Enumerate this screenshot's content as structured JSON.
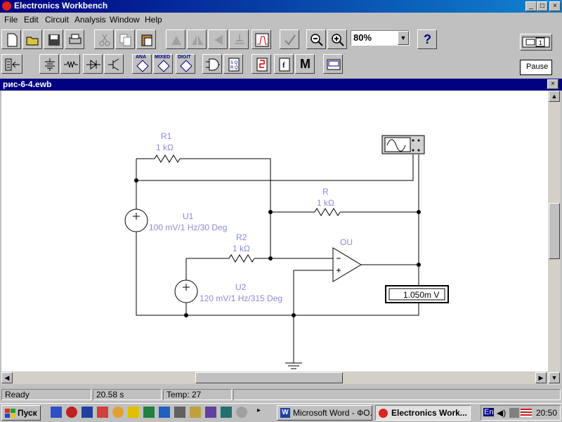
{
  "app": {
    "title": "Electronics Workbench",
    "window_controls": [
      "_",
      "□",
      "×"
    ]
  },
  "menu": [
    "File",
    "Edit",
    "Circuit",
    "Analysis",
    "Window",
    "Help"
  ],
  "toolbar": {
    "zoom_value": "80%",
    "help_label": "?",
    "pause_label": "Pause",
    "group_labels": [
      "ANA",
      "MIXED",
      "DIGIT"
    ],
    "m_label": "M"
  },
  "document": {
    "title": "рис-6-4.ewb"
  },
  "circuit": {
    "r1": {
      "name": "R1",
      "value": "1 kΩ"
    },
    "r": {
      "name": "R",
      "value": "1 kΩ"
    },
    "r2": {
      "name": "R2",
      "value": "1 kΩ"
    },
    "u1": {
      "name": "U1",
      "value": "100 mV/1 Hz/30 Deg"
    },
    "u2": {
      "name": "U2",
      "value": "120 mV/1 Hz/315 Deg"
    },
    "ou": {
      "name": "OU"
    },
    "voltmeter": {
      "reading": "1.050m V"
    }
  },
  "status": {
    "ready": "Ready",
    "time": "20.58 s",
    "temp": "Temp:  27"
  },
  "taskbar": {
    "start_label": "Пуск",
    "tasks": [
      "Microsoft Word - ФО...",
      "Electronics Work..."
    ],
    "lang": "En",
    "clock": "20:50"
  },
  "colors": {
    "title_bar": "#000080",
    "component_label": "#8a8ad8"
  }
}
